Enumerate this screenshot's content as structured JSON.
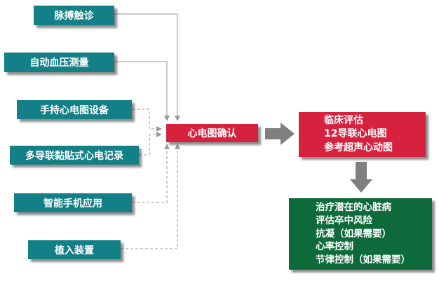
{
  "inputs": [
    {
      "label": "脉搏触诊",
      "line": "solid"
    },
    {
      "label": "自动血压测量",
      "line": "solid"
    },
    {
      "label": "手持心电图设备",
      "line": "dashed"
    },
    {
      "label": "多导联黏贴式心电记录",
      "line": "dashed"
    },
    {
      "label": "智能手机应用",
      "line": "dashed"
    },
    {
      "label": "植入装置",
      "line": "dashed"
    }
  ],
  "confirm": {
    "label": "心电图确认"
  },
  "clinical": {
    "lines": [
      "临床评估",
      "12导联心电图",
      "参考超声心动图"
    ]
  },
  "treatment": {
    "lines": [
      "治疗潜在的心脏病",
      "评估卒中风险",
      "抗凝（如果需要）",
      "心率控制",
      "节律控制（如果需要）"
    ]
  },
  "colors": {
    "input_box": "#137f86",
    "confirm_box": "#d6223f",
    "clinical_box": "#d6223f",
    "treatment_box": "#0e6a3a",
    "arrow": "#7f7f7f",
    "connector": "#9a9a9a"
  }
}
